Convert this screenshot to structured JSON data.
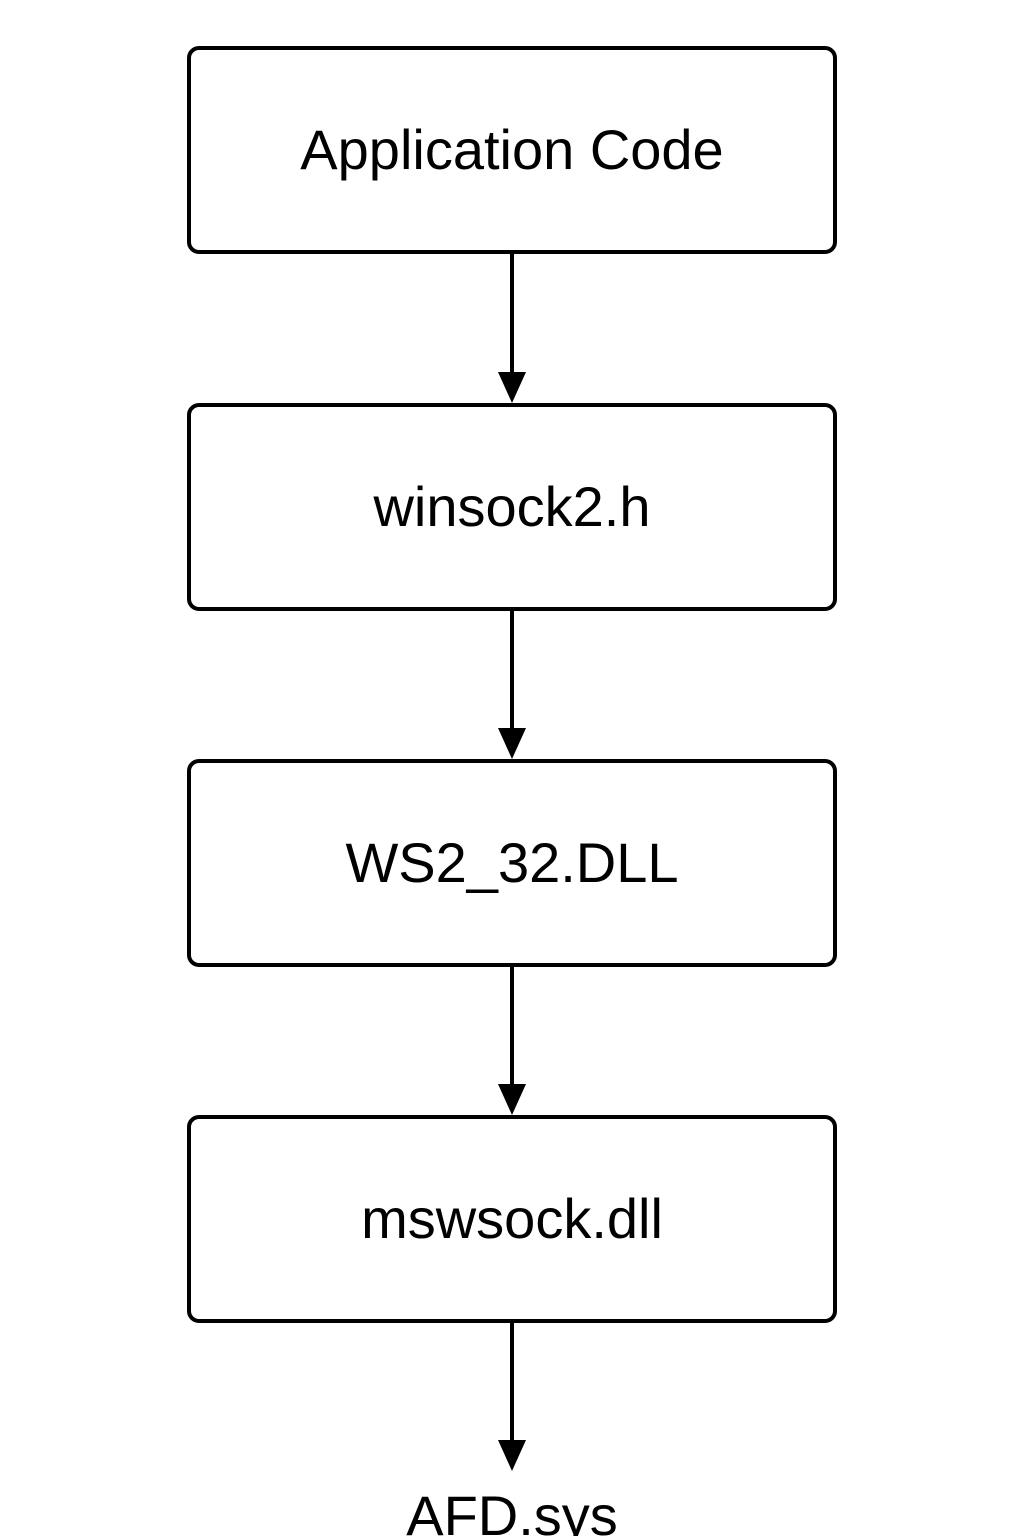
{
  "diagram": {
    "nodes": [
      {
        "id": "application-code",
        "label": "Application Code"
      },
      {
        "id": "winsock2-h",
        "label": "winsock2.h"
      },
      {
        "id": "ws2-32-dll",
        "label": "WS2_32.DLL"
      },
      {
        "id": "mswsock-dll",
        "label": "mswsock.dll"
      }
    ],
    "terminal": {
      "label": "AFD.sys"
    },
    "edges": [
      {
        "from": "application-code",
        "to": "winsock2-h"
      },
      {
        "from": "winsock2-h",
        "to": "ws2-32-dll"
      },
      {
        "from": "ws2-32-dll",
        "to": "mswsock-dll"
      },
      {
        "from": "mswsock-dll",
        "to": "afd-sys"
      }
    ],
    "colors": {
      "stroke": "#000000",
      "background": "#ffffff"
    }
  }
}
